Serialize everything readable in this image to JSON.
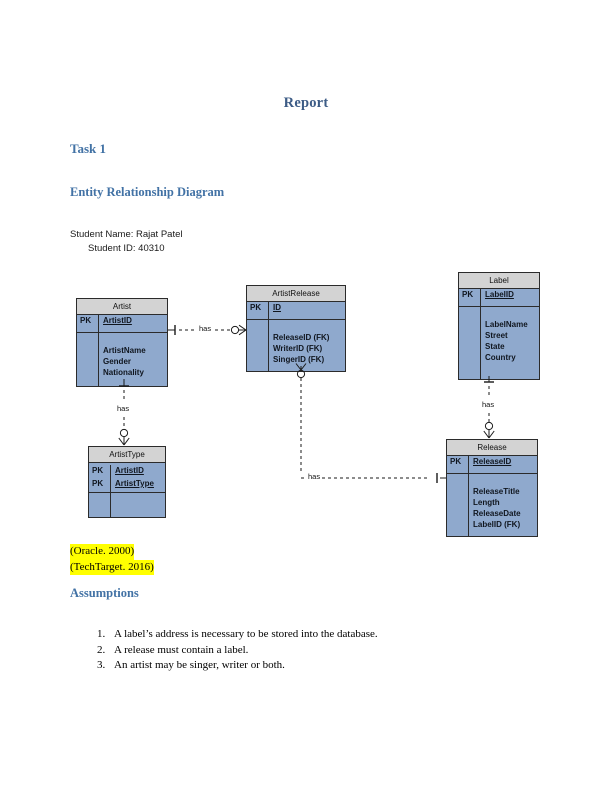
{
  "document": {
    "title": "Report",
    "task_heading": "Task 1",
    "section_heading": "Entity Relationship Diagram",
    "assumptions_heading": "Assumptions",
    "student_name_line": "Student Name: Rajat Patel",
    "student_id_line": "Student ID: 40310"
  },
  "citations": [
    "(Oracle. 2000)",
    "(TechTarget. 2016)"
  ],
  "assumptions": [
    "A label’s address is necessary to be stored into the database.",
    "A release must contain a label.",
    "An artist may be singer, writer or both."
  ],
  "erd": {
    "colors": {
      "header_fill": "#d3d3d3",
      "body_fill": "#8fa9cd",
      "border": "#2b2b2b",
      "heading_blue": "#4272a5",
      "highlight": "#ffff00"
    },
    "entities": [
      {
        "id": "artist",
        "name": "Artist",
        "keys": [
          {
            "marker": "PK",
            "field": "ArtistID"
          }
        ],
        "attributes": [
          "ArtistName",
          "Gender",
          "Nationality"
        ]
      },
      {
        "id": "artisttype",
        "name": "ArtistType",
        "keys": [
          {
            "marker": "PK",
            "field": "ArtistID"
          },
          {
            "marker": "PK",
            "field": "ArtistType"
          }
        ],
        "attributes": []
      },
      {
        "id": "artistrelease",
        "name": "ArtistRelease",
        "keys": [
          {
            "marker": "PK",
            "field": "ID"
          }
        ],
        "attributes": [
          "ReleaseID (FK)",
          "WriterID (FK)",
          "SingerID (FK)"
        ]
      },
      {
        "id": "label",
        "name": "Label",
        "keys": [
          {
            "marker": "PK",
            "field": "LabelID"
          }
        ],
        "attributes": [
          "LabelName",
          "Street",
          "State",
          "Country"
        ]
      },
      {
        "id": "release",
        "name": "Release",
        "keys": [
          {
            "marker": "PK",
            "field": "ReleaseID"
          }
        ],
        "attributes": [
          "ReleaseTitle",
          "Length",
          "ReleaseDate",
          "LabelID (FK)"
        ]
      }
    ],
    "relationships": [
      {
        "id": "artist-artistrelease",
        "label": "has",
        "from": "Artist",
        "to": "ArtistRelease",
        "from_cardinality": "one-and-only-one",
        "to_cardinality": "zero-or-many"
      },
      {
        "id": "artist-artisttype",
        "label": "has",
        "from": "Artist",
        "to": "ArtistType",
        "from_cardinality": "one-and-only-one",
        "to_cardinality": "zero-or-many"
      },
      {
        "id": "label-release",
        "label": "has",
        "from": "Label",
        "to": "Release",
        "from_cardinality": "one-and-only-one",
        "to_cardinality": "zero-or-many"
      },
      {
        "id": "artistrelease-release",
        "label": "has",
        "from": "ArtistRelease",
        "to": "Release",
        "from_cardinality": "zero-or-many",
        "to_cardinality": "one-and-only-one"
      }
    ]
  }
}
